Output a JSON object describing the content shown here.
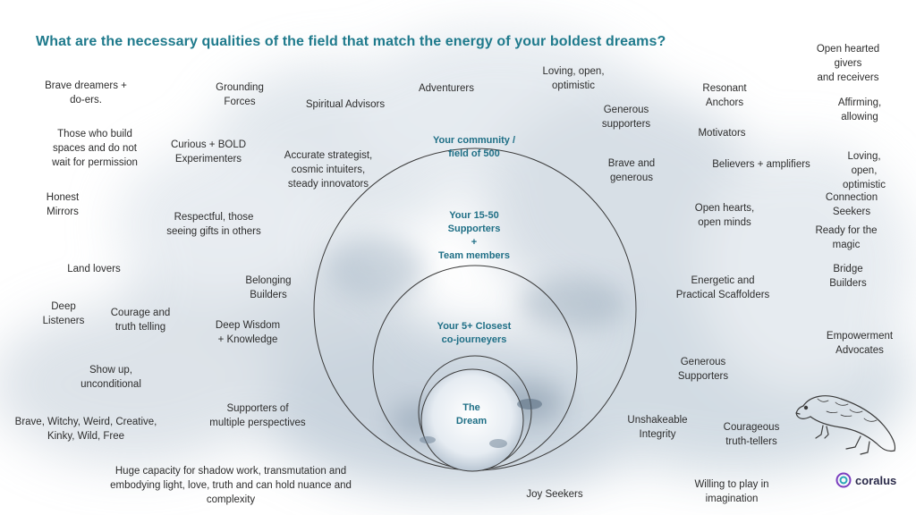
{
  "title": "What are the necessary qualities of the field that match the energy of your boldest dreams?",
  "rings": {
    "outer": "Your community /\nfield of 500",
    "second": "Your 15-50\nSupporters\n+\nTeam members",
    "third": "Your 5+ Closest\nco-journeyers",
    "center": "The\nDream"
  },
  "qualities": [
    "Brave dreamers +\ndo-ers.",
    "Grounding\nForces",
    "Spiritual Advisors",
    "Adventurers",
    "Loving, open,\noptimistic",
    "Generous\nsupporters",
    "Resonant\nAnchors",
    "Open hearted givers\nand receivers",
    "Affirming,\nallowing",
    "Those who build\nspaces and do not\nwait for permission",
    "Curious  + BOLD\nExperimenters",
    "Accurate strategist,\ncosmic intuiters,\nsteady innovators",
    "Motivators",
    "Brave and\ngenerous",
    "Believers + amplifiers",
    "Loving, open,\noptimistic",
    "Honest\nMirrors",
    "Respectful, those\nseeing gifts in others",
    "Open hearts,\nopen minds",
    "Connection Seekers",
    "Ready for the magic",
    "Land lovers",
    "Belonging\nBuilders",
    "Energetic and\nPractical Scaffolders",
    "Bridge\nBuilders",
    "Deep\nListeners",
    "Courage and\ntruth telling",
    "Deep Wisdom\n+ Knowledge",
    "Empowerment\nAdvocates",
    "Show up,\nunconditional",
    "Generous\nSupporters",
    "Supporters of\nmultiple perspectives",
    "Brave, Witchy, Weird, Creative,\nKinky, Wild, Free",
    "Unshakeable\nIntegrity",
    "Courageous\ntruth-tellers",
    "Huge capacity for shadow work, transmutation and\nembodying light, love, truth and can hold nuance and\ncomplexity",
    "Joy Seekers",
    "Willing to play in\nimagination"
  ],
  "logo": {
    "text": "coralus",
    "icon": "coralus-logo-icon"
  },
  "illustration": {
    "icon": "beaver-icon"
  },
  "colors": {
    "title": "#1f7a8c",
    "ring_label": "#1f6f86",
    "ring_stroke": "#3a3a3a",
    "watercolor": "#8fa3b6",
    "logo_accent": "#7b3fbf"
  }
}
